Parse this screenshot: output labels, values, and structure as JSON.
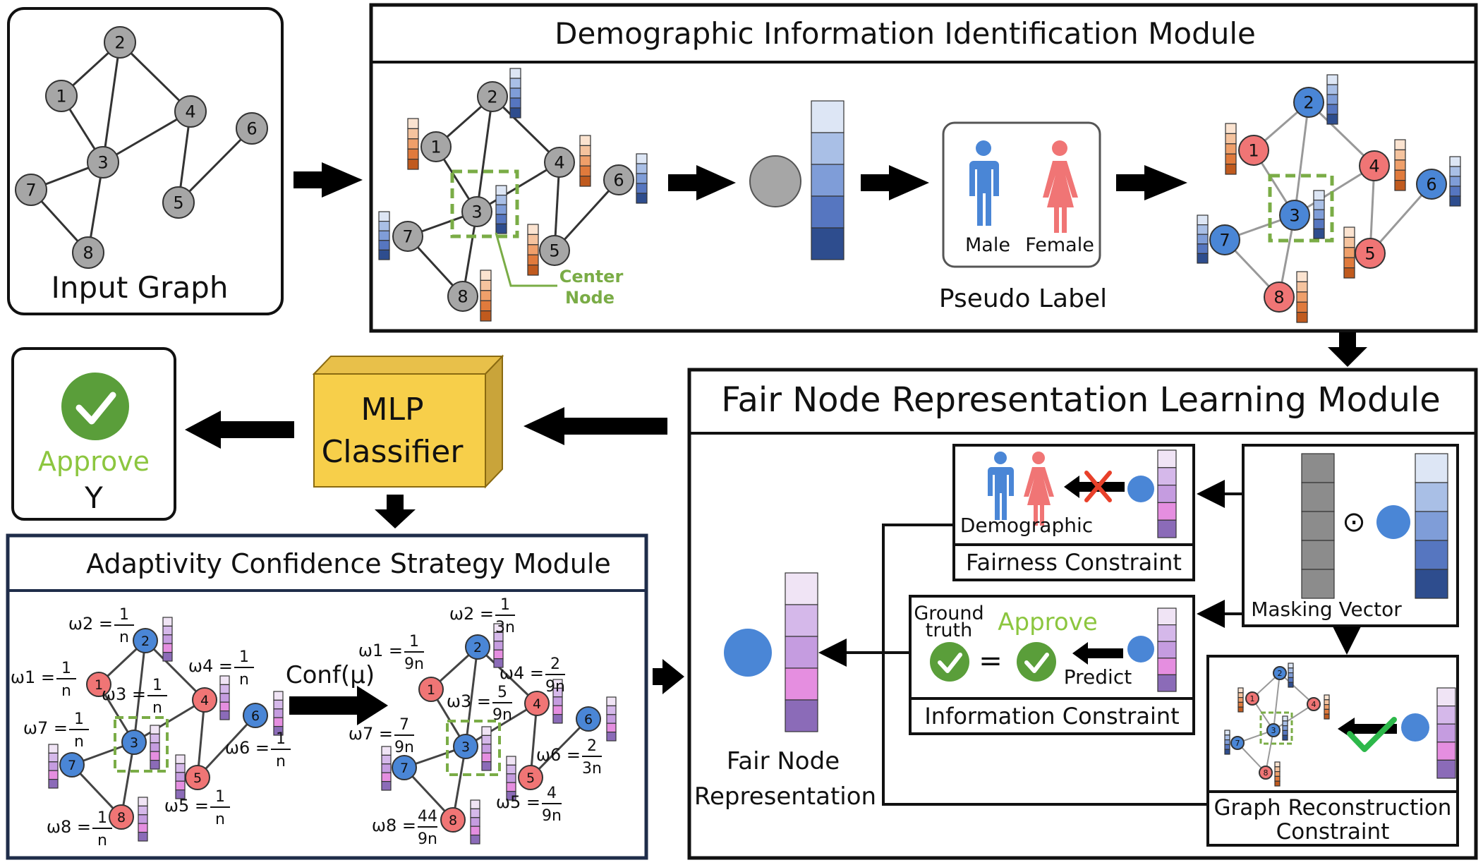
{
  "colors": {
    "gray_node": "#a6a6a6",
    "blue_node": "#4a86d6",
    "red_node": "#f07575",
    "green_box": "#7aac46",
    "approve_green": "#8cc63f",
    "check_green": "#5a9e3a",
    "mlp_yellow": "#f7cf4a",
    "mlp_side": "#c9a43a",
    "dark_navy": "#1f2d4a",
    "orange_vec": [
      "#fbe3d0",
      "#f5c39e",
      "#ef9f6a",
      "#e07a3c",
      "#c05a1e"
    ],
    "blue_vec": [
      "#dde6f5",
      "#a9bfe6",
      "#7f9dd8",
      "#5676c0",
      "#2e4d8e"
    ],
    "purple_vec": [
      "#f0e4f5",
      "#d5b8ea",
      "#c59ce0",
      "#e58ee0",
      "#8b6bb8"
    ],
    "gray_vec": "#8c8c8c"
  },
  "input_graph": {
    "title": "Input Graph",
    "node_labels": [
      "1",
      "2",
      "3",
      "4",
      "5",
      "6",
      "7",
      "8"
    ]
  },
  "demographic_module": {
    "title": "Demographic Information Identification Module",
    "center_node_label": "Center\nNode",
    "center_line1": "Center",
    "center_line2": "Node",
    "pseudo_label": "Pseudo Label",
    "male_label": "Male",
    "female_label": "Female"
  },
  "output": {
    "approve": "Approve",
    "y": "Y"
  },
  "mlp": {
    "line1": "MLP",
    "line2": "Classifier"
  },
  "fair_module": {
    "title": "Fair Node Representation Learning Module",
    "fair_node_line1": "Fair Node",
    "fair_node_line2": "Representation",
    "demographic_label": "Demographic",
    "fairness_constraint": "Fairness Constraint",
    "ground_truth_line1": "Ground",
    "ground_truth_line2": "truth",
    "approve_label": "Approve",
    "predict_label": "Predict",
    "information_constraint": "Information Constraint",
    "masking_vector": "Masking Vector",
    "odot": "⊙",
    "graph_recon_line1": "Graph Reconstruction",
    "graph_recon_line2": "Constraint"
  },
  "adaptivity_module": {
    "title": "Adaptivity Confidence Strategy Module",
    "conf_label": "Conf(μ)",
    "left_weights": [
      {
        "w": "ω2 =",
        "num": "1",
        "den": "n"
      },
      {
        "w": "ω1 =",
        "num": "1",
        "den": "n"
      },
      {
        "w": "ω3 =",
        "num": "1",
        "den": "n"
      },
      {
        "w": "ω4 =",
        "num": "1",
        "den": "n"
      },
      {
        "w": "ω7 =",
        "num": "1",
        "den": "n"
      },
      {
        "w": "ω6 =",
        "num": "1",
        "den": "n"
      },
      {
        "w": "ω5 =",
        "num": "1",
        "den": "n"
      },
      {
        "w": "ω8 =",
        "num": "1",
        "den": "n"
      }
    ],
    "right_weights": [
      {
        "w": "ω2 =",
        "num": "1",
        "den": "3n"
      },
      {
        "w": "ω1 =",
        "num": "1",
        "den": "9n"
      },
      {
        "w": "ω3 =",
        "num": "5",
        "den": "9n"
      },
      {
        "w": "ω4 =",
        "num": "2",
        "den": "9n"
      },
      {
        "w": "ω7 =",
        "num": "7",
        "den": "9n"
      },
      {
        "w": "ω6 =",
        "num": "2",
        "den": "3n"
      },
      {
        "w": "ω5 =",
        "num": "4",
        "den": "9n"
      },
      {
        "w": "ω8 =",
        "num": "44",
        "den": "9n"
      }
    ]
  }
}
